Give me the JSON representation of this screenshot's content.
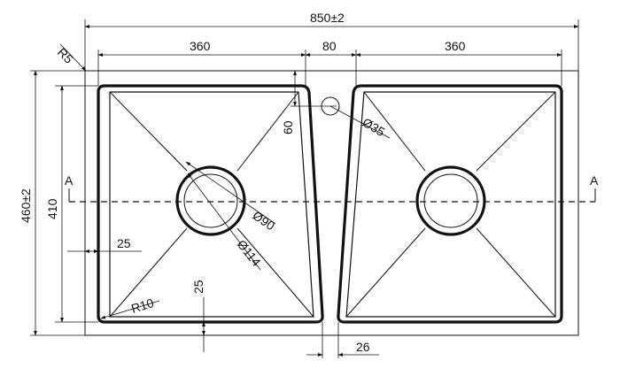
{
  "drawing": {
    "colors": {
      "ink": "#111111",
      "paper": "#ffffff"
    },
    "dimensions": {
      "overall_width": "850±2",
      "left_bowl_width": "360",
      "divider_width": "80",
      "right_bowl_width": "360",
      "overall_height": "460±2",
      "bowl_height": "410",
      "corner_radius_outer": "R5",
      "corner_radius_inner": "R10",
      "tap_hole_offset": "60",
      "tap_hole_diameter": "Ø35",
      "drain_inner_diameter": "Ø90",
      "drain_outer_diameter": "Ø114",
      "side_margin": "25",
      "bottom_margin": "25",
      "divider_bottom": "26"
    },
    "section_marks": {
      "left": "A",
      "right": "A"
    }
  }
}
